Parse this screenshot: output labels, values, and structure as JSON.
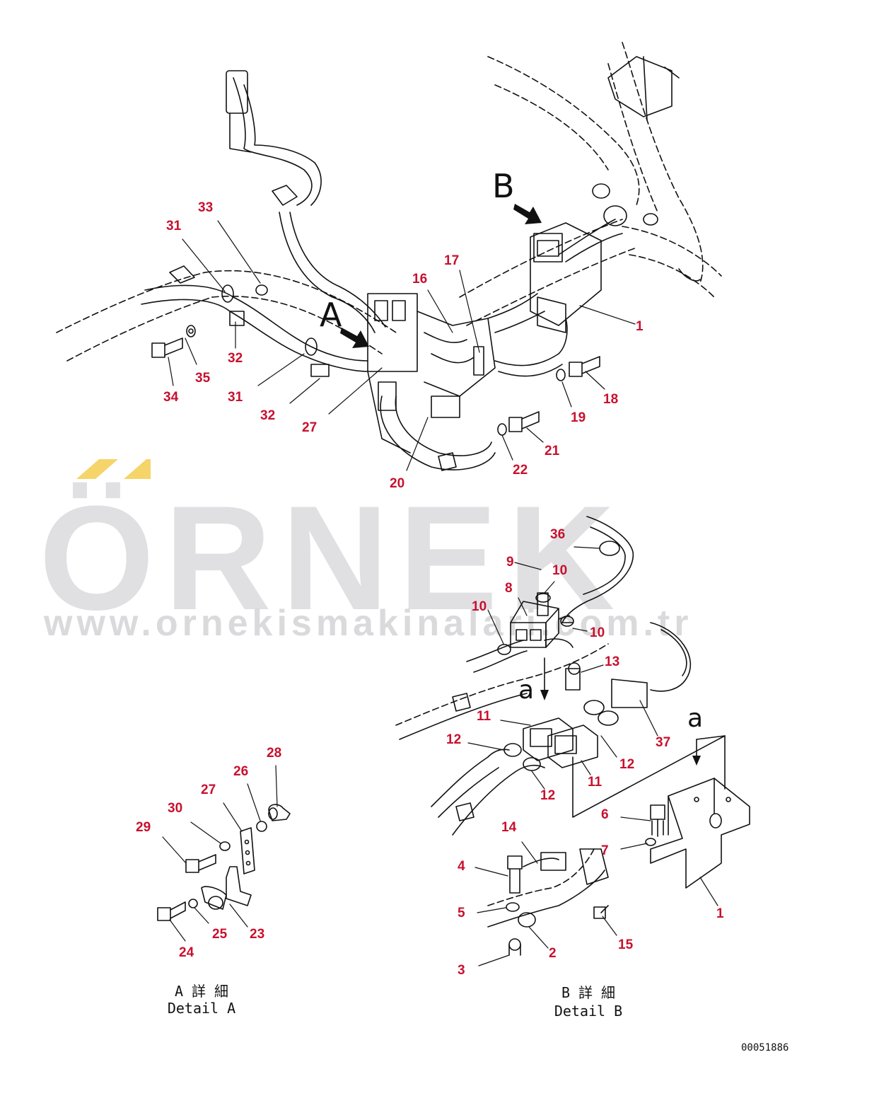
{
  "watermark": {
    "brand": "ÖRNEK",
    "url": "www.ornekismakinalari.com.tr",
    "accent_color": "#f5d46a"
  },
  "views": {
    "marker_a": "A",
    "marker_b": "B",
    "marker_a_small": "a",
    "marker_a_small_2": "a"
  },
  "captions": {
    "detail_a_jp": "A 詳 細",
    "detail_a_en": "Detail A",
    "detail_b_jp": "B 詳 細",
    "detail_b_en": "Detail B"
  },
  "document_number": "00051886",
  "callouts": {
    "main": [
      "33",
      "31",
      "32",
      "35",
      "34",
      "31",
      "32",
      "27",
      "16",
      "17",
      "1",
      "18",
      "19",
      "21",
      "22",
      "20"
    ],
    "detail_b": [
      "36",
      "9",
      "10",
      "8",
      "10",
      "10",
      "13",
      "11",
      "12",
      "12",
      "37",
      "11",
      "12",
      "6",
      "14",
      "7",
      "4",
      "5",
      "2",
      "3",
      "15",
      "1"
    ],
    "detail_a": [
      "28",
      "26",
      "27",
      "30",
      "29",
      "25",
      "23",
      "24"
    ]
  },
  "colors": {
    "callout": "#c8102e",
    "line": "#111111",
    "background": "#ffffff"
  }
}
